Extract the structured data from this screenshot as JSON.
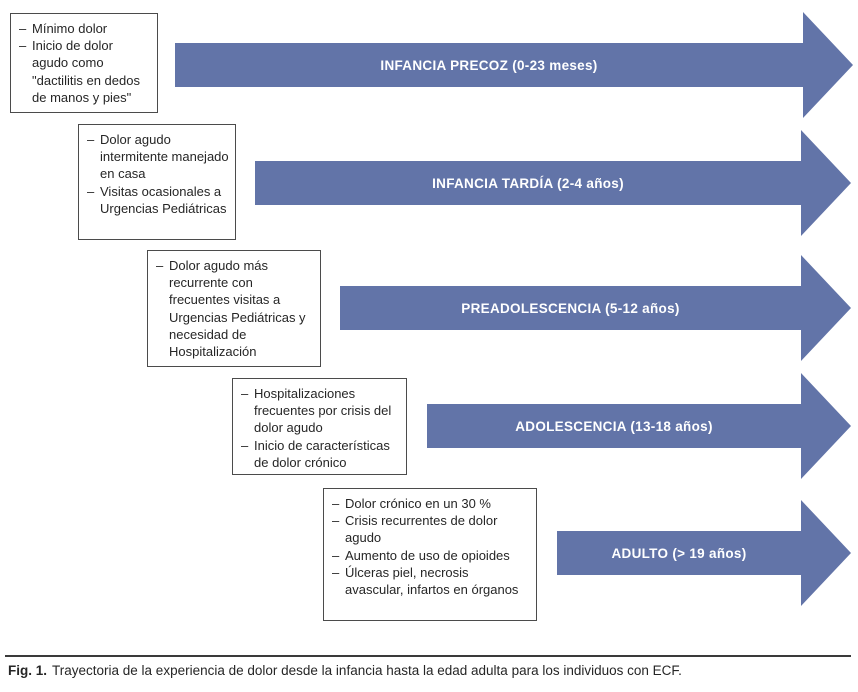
{
  "colors": {
    "arrow": "#6274a8",
    "arrowText": "#ffffff",
    "boxBorder": "#4b4b4b",
    "text": "#262626",
    "rule": "#3a3a3a"
  },
  "bullet": "–",
  "stages": [
    {
      "box": {
        "items": [
          "Mínimo dolor",
          "Inicio de dolor agudo como \"dactilitis en dedos de manos y pies\""
        ]
      },
      "arrow": {
        "label": "INFANCIA PRECOZ (0-23 meses)"
      }
    },
    {
      "box": {
        "items": [
          "Dolor agudo intermitente manejado en casa",
          "Visitas ocasionales a Urgencias Pediátricas"
        ]
      },
      "arrow": {
        "label": "INFANCIA TARDÍA (2-4 años)"
      }
    },
    {
      "box": {
        "items": [
          "Dolor agudo más recurrente con frecuentes visitas a Urgencias Pediátricas y necesidad de Hospitalización"
        ]
      },
      "arrow": {
        "label": "PREADOLESCENCIA (5-12 años)"
      }
    },
    {
      "box": {
        "items": [
          "Hospitalizaciones frecuentes por crisis del dolor agudo",
          "Inicio de características de dolor crónico"
        ]
      },
      "arrow": {
        "label": "ADOLESCENCIA (13-18 años)"
      }
    },
    {
      "box": {
        "items": [
          "Dolor crónico en un 30 %",
          "Crisis recurrentes de dolor agudo",
          "Aumento de uso de opioides",
          "Úlceras piel, necrosis avascular, infartos en órganos"
        ]
      },
      "arrow": {
        "label": "ADULTO (> 19 años)"
      }
    }
  ],
  "caption": {
    "fig_label": "Fig. 1.",
    "text": "Trayectoria de la experiencia de dolor desde la infancia hasta la edad adulta para los individuos con ECF."
  }
}
